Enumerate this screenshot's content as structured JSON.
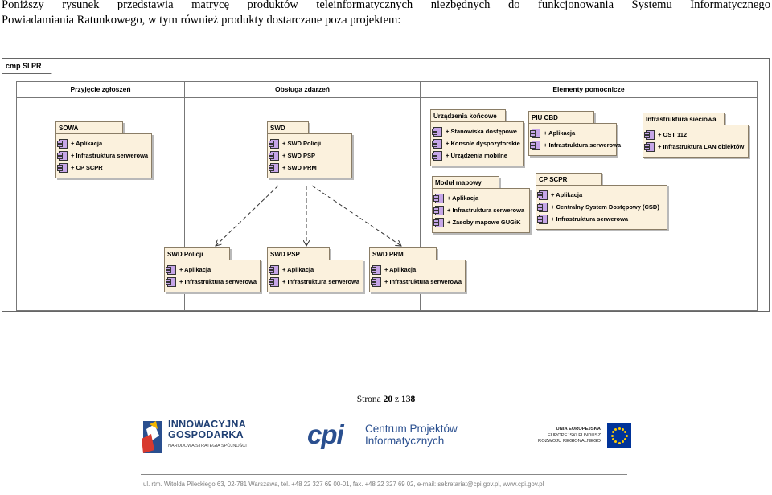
{
  "document": {
    "intro_line1": "Poniższy rysunek przedstawia matrycę produktów teleinformatycznych niezbędnych do funkcjonowania Systemu Informatycznego",
    "intro_line2": "Powiadamiania Ratunkowego, w tym również produkty dostarczane poza projektem:",
    "page_label_prefix": "Strona ",
    "page_current": "20",
    "page_sep": " z ",
    "page_total": "138"
  },
  "diagram": {
    "frame_title": "cmp SI PR",
    "lanes": [
      "Przyjęcie zgłoszeń",
      "Obsługa zdarzeń",
      "Elementy pomocnicze"
    ],
    "packages": [
      {
        "title": "SOWA",
        "items": [
          "+ Aplikacja",
          "+ Infrastruktura serwerowa",
          "+ CP SCPR"
        ]
      },
      {
        "title": "SWD",
        "items": [
          "+ SWD Policji",
          "+ SWD PSP",
          "+ SWD PRM"
        ]
      },
      {
        "title": "SWD Policji",
        "items": [
          "+ Aplikacja",
          "+ Infrastruktura serwerowa"
        ]
      },
      {
        "title": "SWD PSP",
        "items": [
          "+ Aplikacja",
          "+ Infrastruktura serwerowa"
        ]
      },
      {
        "title": "SWD PRM",
        "items": [
          "+ Aplikacja",
          "+ Infrastruktura serwerowa"
        ]
      },
      {
        "title": "Urządzenia końcowe",
        "items": [
          "+ Stanowiska dostępowe",
          "+ Konsole dyspozytorskie",
          "+ Urządzenia mobilne"
        ]
      },
      {
        "title": "PIU CBD",
        "items": [
          "+ Aplikacja",
          "+ Infrastruktura serwerowa"
        ]
      },
      {
        "title": "Infrastruktura sieciowa",
        "items": [
          "+ OST 112",
          "+ Infrastruktura LAN obiektów"
        ]
      },
      {
        "title": "Moduł mapowy",
        "items": [
          "+ Aplikacja",
          "+ Infrastruktura serwerowa",
          "+ Zasoby mapowe GUGiK"
        ]
      },
      {
        "title": "CP SCPR",
        "items": [
          "+ Aplikacja",
          "+ Centralny System Dostępowy (CSD)",
          "+ Infrastruktura serwerowa"
        ]
      }
    ],
    "icon": "component-icon"
  },
  "footer": {
    "logo1_line1": "INNOWACYJNA",
    "logo1_line2": "GOSPODARKA",
    "logo1_line3": "NARODOWA STRATEGIA SPÓJNOŚCI",
    "logo2_mark": "cpi",
    "logo2_line1": "Centrum Projektów",
    "logo2_line2": "Informatycznych",
    "logo3_line1": "UNIA EUROPEJSKA",
    "logo3_line2": "EUROPEJSKI FUNDUSZ",
    "logo3_line3": "ROZWOJU REGIONALNEGO",
    "address": "ul. rtm. Witolda Pileckiego 63, 02-781 Warszawa, tel. +48 22 327 69 00-01, fax. +48 22 327 69 02, e-mail: sekretariat@cpi.gov.pl, www.cpi.gov.pl"
  },
  "colors": {
    "package_fill": "#fbf1dd",
    "component_icon": "#c6a6e8",
    "eu_blue": "#003399",
    "eu_star": "#ffcc00",
    "brand_blue": "#2a4f8f"
  }
}
